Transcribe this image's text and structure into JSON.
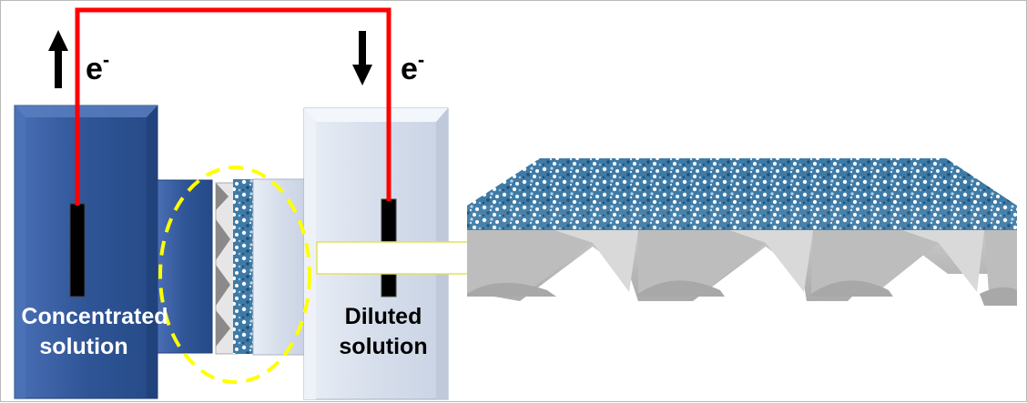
{
  "electron_label": "e",
  "electron_superscript": "-",
  "left_cell": {
    "label_line1": "Concentrated",
    "label_line2": "solution",
    "color": "#2f5597"
  },
  "right_cell": {
    "label_line1": "Diluted",
    "label_line2": "solution",
    "color": "#dce3ef"
  },
  "wire_color": "#ff0000",
  "highlight_color": "#ffff00",
  "membrane_colors": [
    "#1f5f8b",
    "#6d9dc0",
    "#ffffff"
  ]
}
